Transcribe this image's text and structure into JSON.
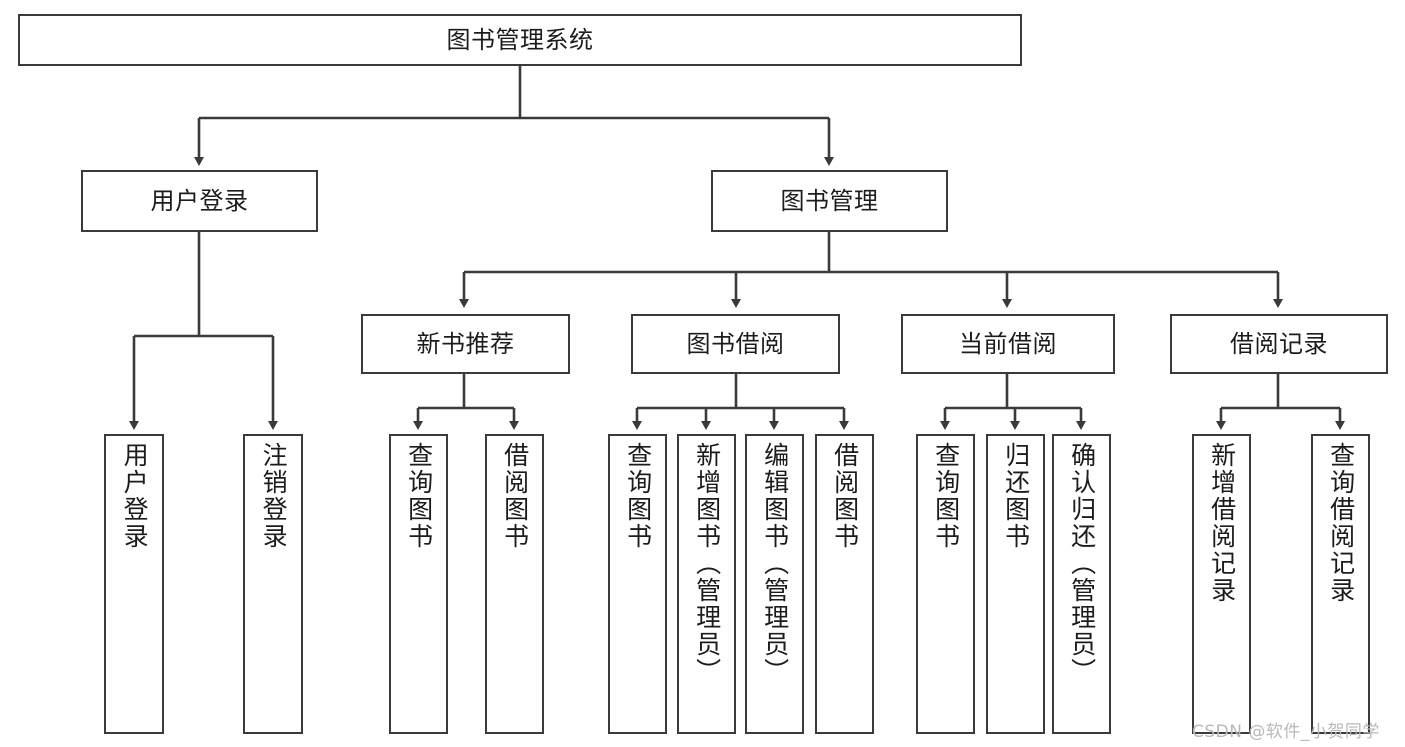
{
  "diagram": {
    "title": "图书管理系统",
    "type": "hierarchy-tree",
    "background_color": "#ffffff",
    "line_color": "#3a3a3a",
    "box_fill": "#ffffff",
    "text_color": "#1c1c1c"
  },
  "root": {
    "label": "图书管理系统"
  },
  "level2": [
    {
      "label": "用户登录"
    },
    {
      "label": "图书管理"
    }
  ],
  "level3": [
    {
      "label": "新书推荐"
    },
    {
      "label": "图书借阅"
    },
    {
      "label": "当前借阅"
    },
    {
      "label": "借阅记录"
    }
  ],
  "leaves": {
    "user_login": [
      {
        "label": "用户登录"
      },
      {
        "label": "注销登录"
      }
    ],
    "new_book_recommend": [
      {
        "label": "查询图书"
      },
      {
        "label": "借阅图书"
      }
    ],
    "book_borrow": [
      {
        "label": "查询图书"
      },
      {
        "label": "新增图书（管理员）"
      },
      {
        "label": "编辑图书（管理员）"
      },
      {
        "label": "借阅图书"
      }
    ],
    "current_borrow": [
      {
        "label": "查询图书"
      },
      {
        "label": "归还图书"
      },
      {
        "label": "确认归还（管理员）"
      }
    ],
    "borrow_record": [
      {
        "label": "新增借阅记录"
      },
      {
        "label": "查询借阅记录"
      }
    ]
  },
  "watermark": {
    "text": "CSDN @软件_小贺同学"
  }
}
